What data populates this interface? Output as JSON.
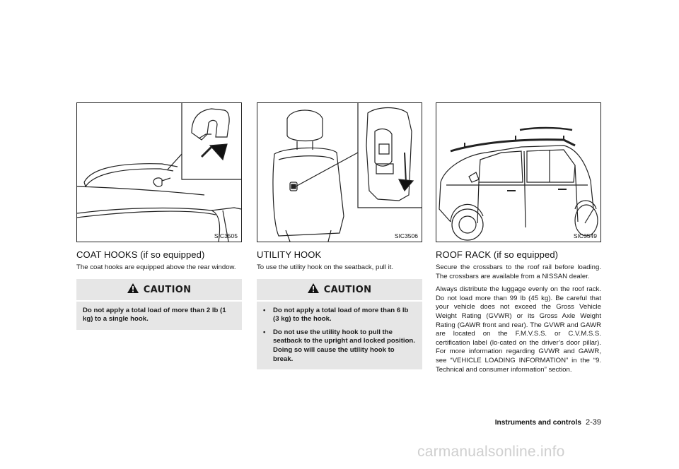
{
  "columns": [
    {
      "figure_code": "SIC3505",
      "heading": "COAT HOOKS (if so equipped)",
      "paragraphs": [
        "The coat hooks are equipped above the rear window."
      ],
      "caution": {
        "title": "CAUTION",
        "text": "Do not apply a total load of more than 2 lb (1 kg) to a single hook."
      }
    },
    {
      "figure_code": "SIC3506",
      "heading": "UTILITY HOOK",
      "paragraphs": [
        "To use the utility hook on the seatback, pull it."
      ],
      "caution": {
        "title": "CAUTION",
        "bullet": "•",
        "items": [
          "Do not apply a total load of more than 6 lb (3 kg) to the hook.",
          "Do not use the utility hook to pull the seatback to the upright and locked position. Doing so will cause the utility hook to break."
        ]
      }
    },
    {
      "figure_code": "SIC3549",
      "heading": "ROOF RACK (if so equipped)",
      "paragraphs": [
        "Secure the crossbars to the roof rail before loading. The crossbars are available from a NISSAN dealer.",
        "Always distribute the luggage evenly on the roof rack. Do not load more than 99 lb (45 kg). Be careful that your vehicle does not exceed the Gross Vehicle Weight Rating (GVWR) or its Gross Axle Weight Rating (GAWR front and rear). The GVWR and GAWR are located on the F.M.V.S.S. or C.V.M.S.S. certification label (lo-cated on the driver’s door pillar). For more information regarding GVWR and GAWR, see “VEHICLE LOADING INFORMATION” in the “9. Technical and consumer information” section."
      ]
    }
  ],
  "footer": {
    "section": "Instruments and controls",
    "page": "2-39"
  },
  "watermark": "carmanualsonline.info",
  "icons": {
    "caution": "warning-triangle-icon"
  },
  "colors": {
    "caution_bg": "#e6e6e6",
    "border": "#222222"
  }
}
